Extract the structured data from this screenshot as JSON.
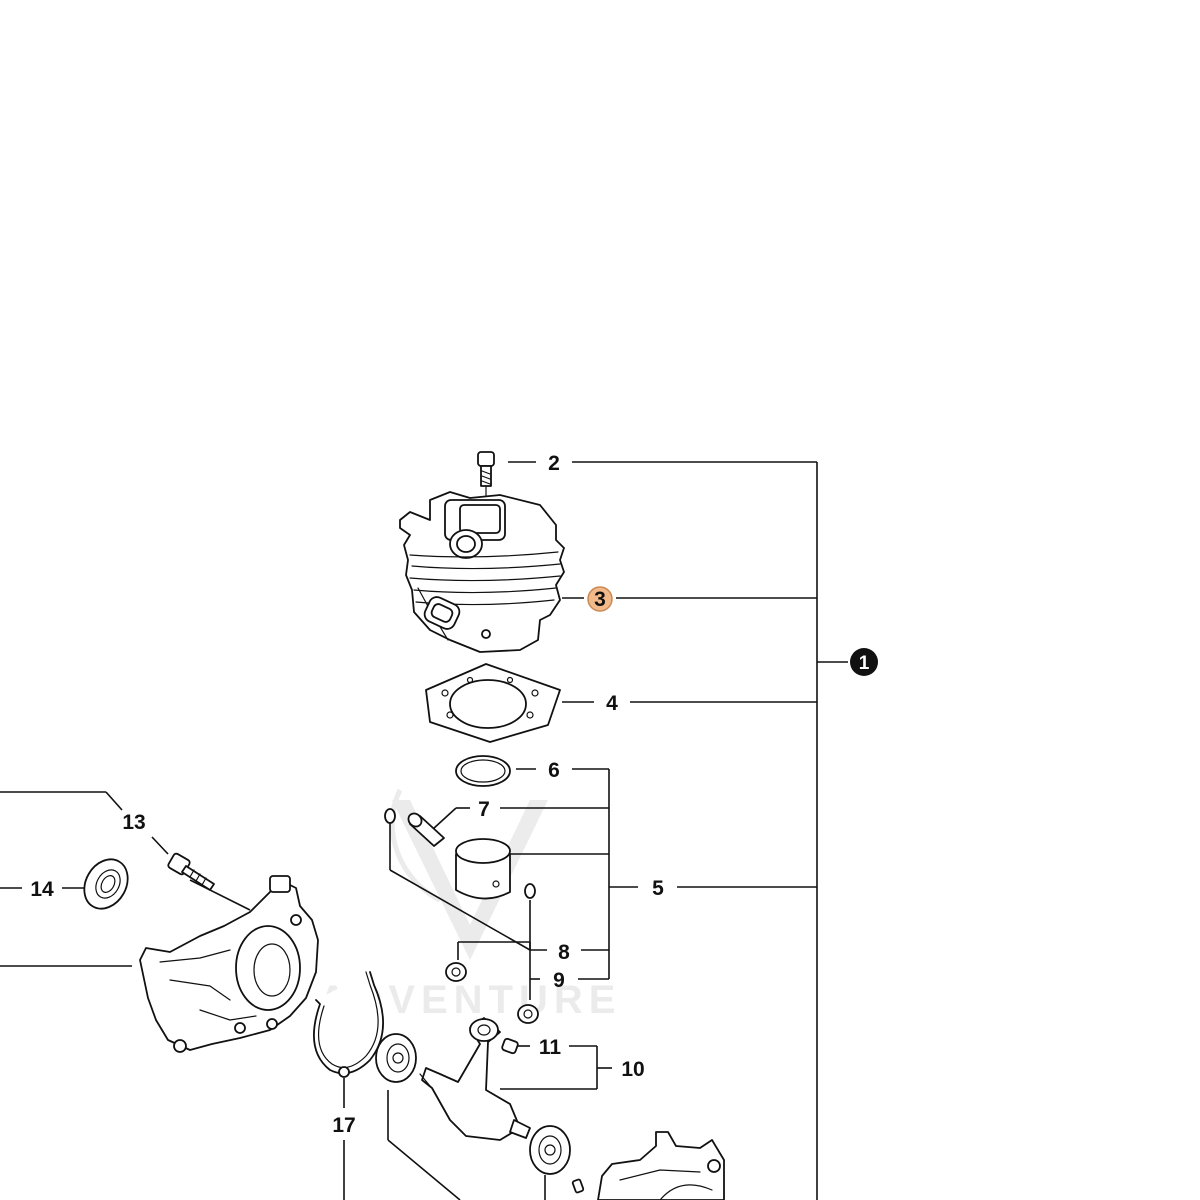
{
  "diagram": {
    "callouts": {
      "c1": "1",
      "c2": "2",
      "c3": "3",
      "c4": "4",
      "c5": "5",
      "c6": "6",
      "c7": "7",
      "c8": "8",
      "c9": "9",
      "c10": "10",
      "c11": "11",
      "c13": "13",
      "c14": "14",
      "c17": "17"
    },
    "highlight_color": "#f2b98a",
    "assembly_marker_color": "#111111"
  },
  "watermark": {
    "text": "ADVENTURE"
  }
}
